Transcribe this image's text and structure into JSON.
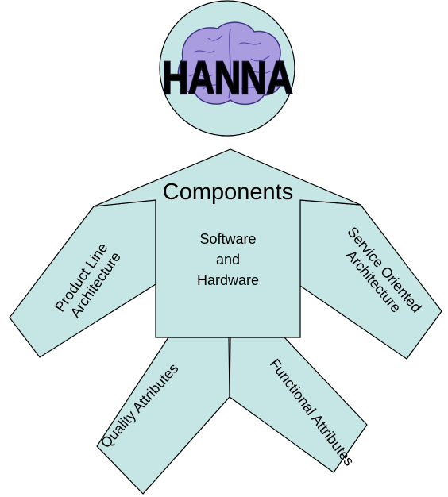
{
  "head": {
    "logo_text": "HANNA",
    "icon": "brain-icon"
  },
  "torso": {
    "title": "Components",
    "lines": [
      "Software",
      "and",
      "Hardware"
    ]
  },
  "arms": {
    "left": "Product Line Architecture",
    "left_lines": [
      "Product Line",
      "Architecture"
    ],
    "right": "Service Oriented Architecture",
    "right_lines": [
      "Service Oriented",
      "Architecture"
    ]
  },
  "legs": {
    "left": "Quality Attributes",
    "right": "Functional Attributes"
  },
  "colors": {
    "shape_fill": "#c6e6e6",
    "outline": "#000000",
    "brain": "#a99de0",
    "logo_outline": "#1a1a3a"
  }
}
